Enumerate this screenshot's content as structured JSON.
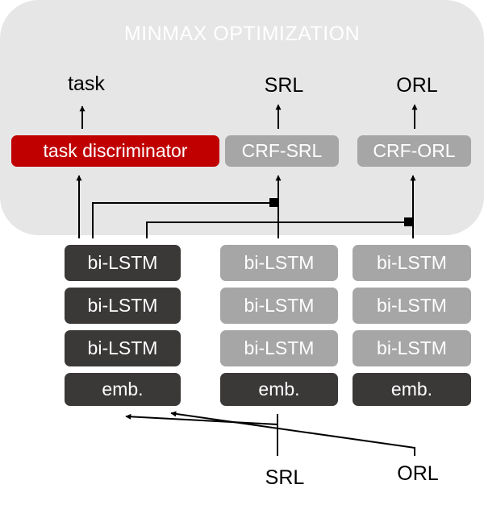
{
  "panel": {
    "title": "MINMAX OPTIMIZATION"
  },
  "outputs": {
    "task": "task",
    "srl": "SRL",
    "orl": "ORL"
  },
  "heads": {
    "discriminator": "task discriminator",
    "crf_srl": "CRF-SRL",
    "crf_orl": "CRF-ORL"
  },
  "columns": [
    {
      "layers": [
        "bi-LSTM",
        "bi-LSTM",
        "bi-LSTM"
      ],
      "emb": "emb."
    },
    {
      "layers": [
        "bi-LSTM",
        "bi-LSTM",
        "bi-LSTM"
      ],
      "emb": "emb."
    },
    {
      "layers": [
        "bi-LSTM",
        "bi-LSTM",
        "bi-LSTM"
      ],
      "emb": "emb."
    }
  ],
  "inputs": {
    "srl": "SRL",
    "orl": "ORL"
  },
  "colors": {
    "panel": "#e6e6e6",
    "shared_encoder": "#3b3838",
    "private_encoder": "#a6a6a6",
    "discriminator": "#c00000"
  }
}
